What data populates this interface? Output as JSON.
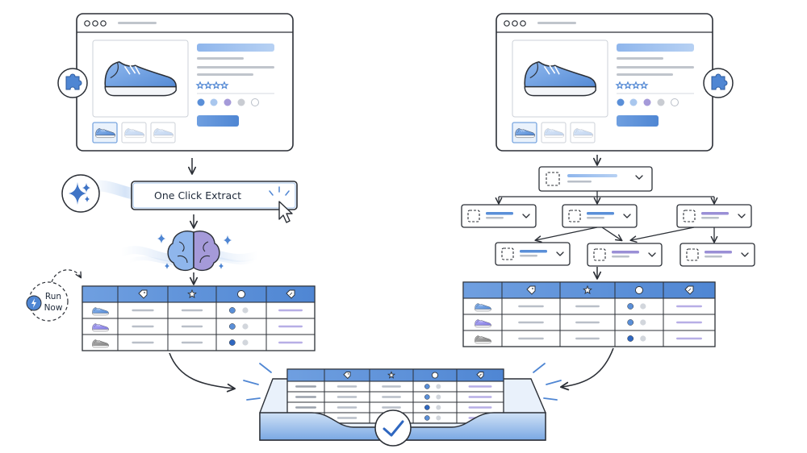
{
  "extract_button": {
    "label": "One Click Extract"
  },
  "run_now": {
    "line1": "Run",
    "line2": "Now"
  },
  "product": {
    "rating_stars": 4
  },
  "colors": {
    "ink": "#2b2f36",
    "blue": "#5a8fd8",
    "blue_light": "#a9c7ee",
    "blue_pale": "#dce9f8",
    "purple": "#9a8fd6",
    "gray": "#c9ccd2"
  },
  "icons": [
    "puzzle-icon",
    "sparkle-icon",
    "brain-icon",
    "cursor-icon",
    "tag-icon",
    "star-icon",
    "circle-icon",
    "price-tag-icon",
    "lightning-icon",
    "check-icon",
    "dropdown-chevron-icon"
  ]
}
